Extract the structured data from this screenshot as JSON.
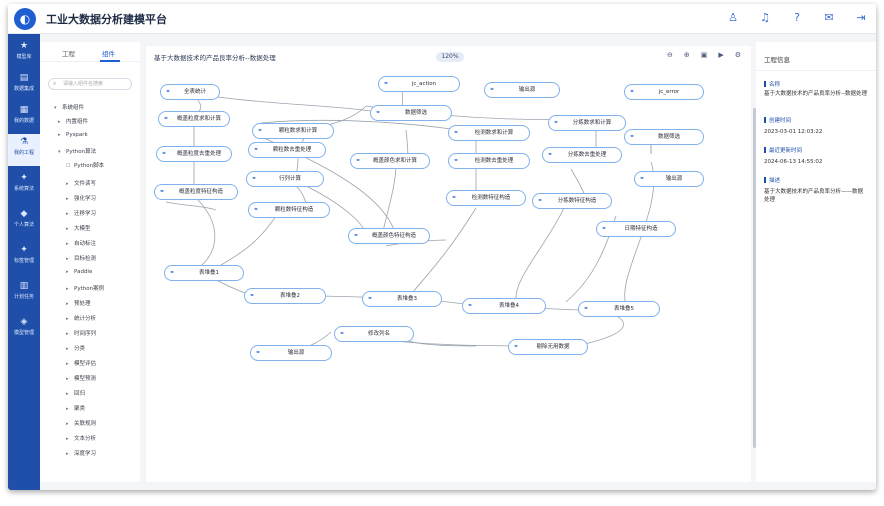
{
  "app": {
    "title": "工业大数据分析建模平台"
  },
  "nav": [
    {
      "label": "模型库",
      "icon": "★"
    },
    {
      "label": "数据集成",
      "icon": "▤"
    },
    {
      "label": "我的数据",
      "icon": "▦"
    },
    {
      "label": "我的工程",
      "icon": "⚗"
    },
    {
      "label": "系统算法",
      "icon": "✦"
    },
    {
      "label": "个人算法",
      "icon": "◆"
    },
    {
      "label": "标签管理",
      "icon": "✦"
    },
    {
      "label": "计划任务",
      "icon": "▥"
    },
    {
      "label": "模型管理",
      "icon": "◈"
    }
  ],
  "tree": {
    "tabs": [
      "工程",
      "组件"
    ],
    "search_placeholder": "请输入组件名搜索",
    "items": [
      {
        "label": "系统组件",
        "arrow": "▾"
      },
      {
        "label": "内置组件",
        "arrow": "▸"
      },
      {
        "label": "Pyspark",
        "arrow": "▸"
      },
      {
        "label": "Python算法",
        "arrow": "▾"
      },
      {
        "label": "Python脚本",
        "arrow": "☐"
      },
      {
        "label": "文件读写",
        "arrow": "▸"
      },
      {
        "label": "强化学习",
        "arrow": "▸"
      },
      {
        "label": "迁移学习",
        "arrow": "▸"
      },
      {
        "label": "大模型",
        "arrow": "▸"
      },
      {
        "label": "自动标注",
        "arrow": "▸"
      },
      {
        "label": "目标检测",
        "arrow": "▸"
      },
      {
        "label": "Paddle",
        "arrow": "▸"
      },
      {
        "label": "Python案例",
        "arrow": "▸"
      },
      {
        "label": "预处理",
        "arrow": "▸"
      },
      {
        "label": "统计分析",
        "arrow": "▸"
      },
      {
        "label": "时间序列",
        "arrow": "▸"
      },
      {
        "label": "分类",
        "arrow": "▸"
      },
      {
        "label": "模型评估",
        "arrow": "▸"
      },
      {
        "label": "模型预测",
        "arrow": "▸"
      },
      {
        "label": "回归",
        "arrow": "▸"
      },
      {
        "label": "聚类",
        "arrow": "▸"
      },
      {
        "label": "关联规则",
        "arrow": "▸"
      },
      {
        "label": "文本分析",
        "arrow": "▸"
      },
      {
        "label": "深度学习",
        "arrow": "▸"
      }
    ]
  },
  "canvas": {
    "title": "基于大数据技术的产品良率分析--数据处理",
    "zoom": "120%",
    "nodes": [
      "全表统计",
      "jc_action",
      "输出源",
      "jc_error",
      "数据筛选",
      "概盖粒度求和计算",
      "颗粒数求和计算",
      "检测数求和计算",
      "分拣数求和计算",
      "数据筛选",
      "概盖粒度去重处理",
      "颗粒数去重处理",
      "概盖颜色求和计算",
      "检测数去重处理",
      "分拣数去重处理",
      "输出源",
      "概盖粒度特征构造",
      "行列计算",
      "检测数特征构造",
      "分拣数特征构造",
      "颗粒数特征构造",
      "日期特征构造",
      "概盖颜色特征构造",
      "表堆叠1",
      "表堆叠2",
      "表堆叠3",
      "表堆叠4",
      "表堆叠5",
      "修改列名",
      "输出源",
      "剔除无用数据"
    ]
  },
  "info": {
    "heading": "工程信息",
    "name_label": "名称",
    "name_value": "基于大数据技术的产品良率分析--数据处理",
    "created_label": "创建时间",
    "created_value": "2023-03-01 12:03:22",
    "updated_label": "最近更新时间",
    "updated_value": "2024-06-13 14:55:02",
    "desc_label": "描述",
    "desc_value": "基于大数据技术的产品良率分析——数据处理"
  }
}
